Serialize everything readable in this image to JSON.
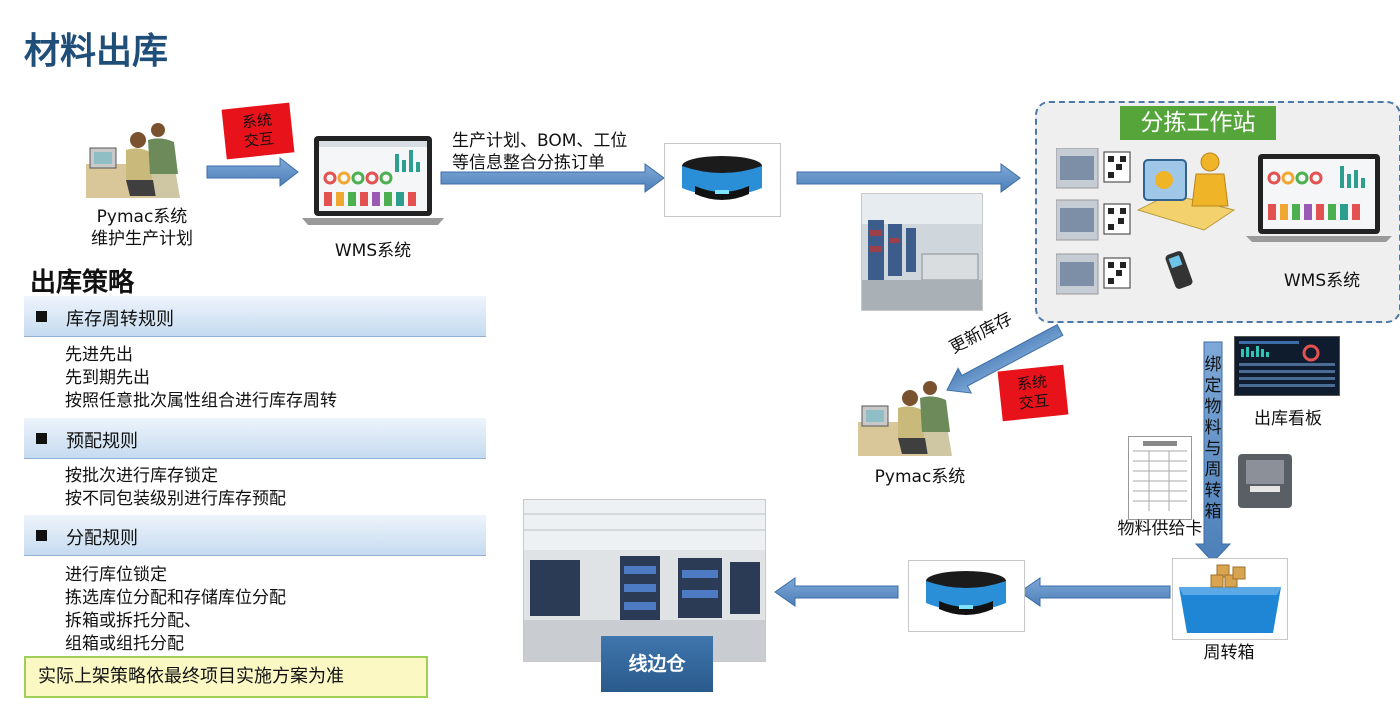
{
  "page": {
    "title": "材料出库"
  },
  "flow": {
    "tag_interact": "系统交互",
    "tag_interact_l1": "系统",
    "tag_interact_l2": "交互",
    "pymac_top_l1": "Pymac系统",
    "pymac_top_l2": "维护生产计划",
    "wms_label": "WMS系统",
    "info_l1": "生产计划、BOM、工位",
    "info_l2": "等信息整合分拣订单",
    "station_title": "分拣工作站",
    "station_wms": "WMS系统",
    "update_stock": "更新库存",
    "pymac_bottom": "Pymac系统",
    "bind_vertical": [
      "绑",
      "定",
      "物",
      "料",
      "与",
      "周",
      "转",
      "箱"
    ],
    "board_label": "出库看板",
    "supply_card": "物料供给卡",
    "tote_label": "周转箱",
    "line_side": "线边仓"
  },
  "strategy": {
    "heading": "出库策略",
    "sections": [
      {
        "title": "库存周转规则",
        "items": [
          "先进先出",
          "先到期先出",
          "按照任意批次属性组合进行库存周转"
        ]
      },
      {
        "title": "预配规则",
        "items": [
          "按批次进行库存锁定",
          "按不同包装级别进行库存预配"
        ]
      },
      {
        "title": "分配规则",
        "items": [
          "进行库位锁定",
          "拣选库位分配和存储库位分配",
          "拆箱或拆托分配、",
          "组箱或组托分配"
        ]
      }
    ],
    "note": "实际上架策略依最终项目实施方案为准"
  },
  "colors": {
    "title": "#1f4e79",
    "arrow": "#5b8ec5",
    "tag": "#e8121b",
    "station_green": "#55a53b"
  }
}
